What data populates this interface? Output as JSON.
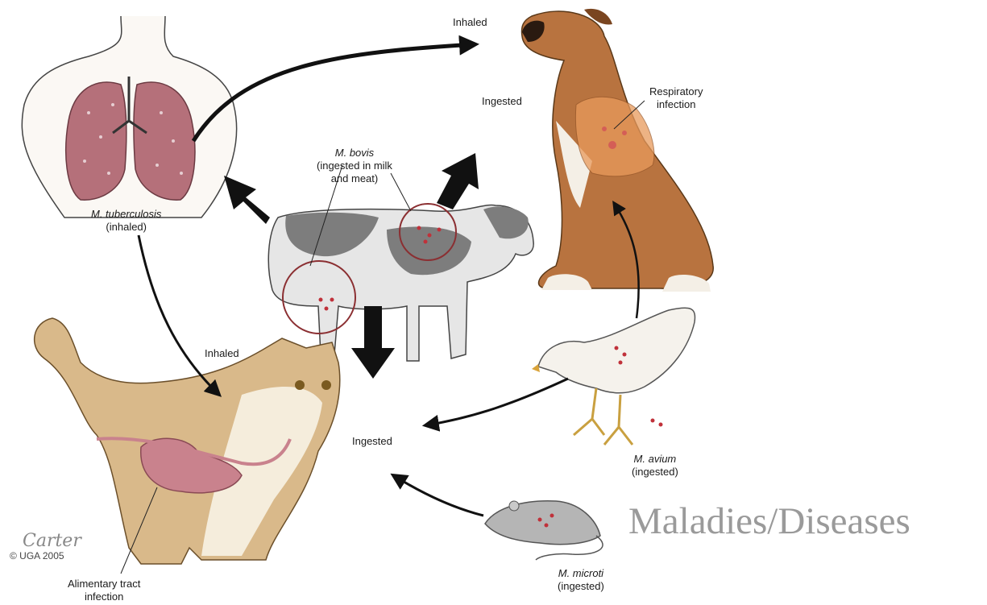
{
  "labels": {
    "inhaled_top": "Inhaled",
    "ingested_dog": "Ingested",
    "respiratory_line1": "Respiratory",
    "respiratory_line2": "infection",
    "bovis_name": "M. bovis",
    "bovis_line2": "(ingested in milk",
    "bovis_line3": "and meat)",
    "tb_name": "M. tuberculosis",
    "tb_line2": "(inhaled)",
    "inhaled_cat": "Inhaled",
    "ingested_center": "Ingested",
    "avium_name": "M. avium",
    "avium_line2": "(ingested)",
    "microti_name": "M. microti",
    "microti_line2": "(ingested)",
    "alimentary_line1": "Alimentary tract",
    "alimentary_line2": "infection"
  },
  "copyright": "© UGA 2005",
  "signature": "Carter",
  "watermark": "Maladies/Diseases",
  "colors": {
    "lung": "#b5707a",
    "dog": "#b8733f",
    "cat": "#d9b98a",
    "cow_patch": "#7d7d7d",
    "bacteria": "#c0313a",
    "arrow": "#111111",
    "watermark": "#9a9a9a"
  }
}
